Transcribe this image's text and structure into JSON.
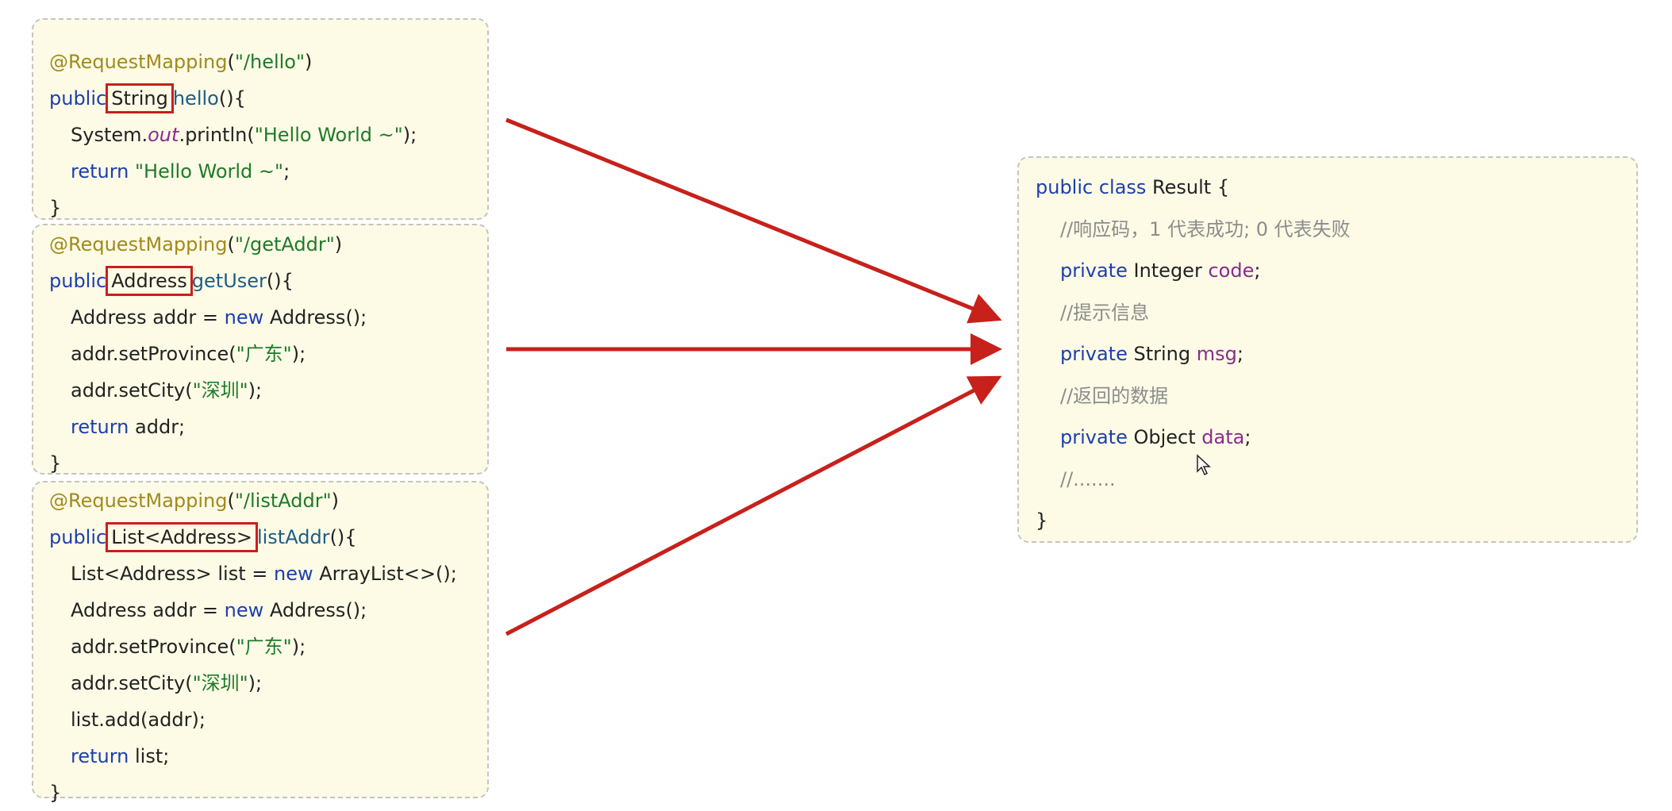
{
  "left_boxes": [
    {
      "name": "hello-method-code",
      "lines": [
        {
          "indent": 0,
          "tokens": [
            [
              "ann",
              "@RequestMapping"
            ],
            [
              "plain",
              "("
            ],
            [
              "str",
              "\"/hello\""
            ],
            [
              "plain",
              ")"
            ]
          ]
        },
        {
          "indent": 0,
          "tokens": [
            [
              "kw",
              "public"
            ],
            [
              "boxed",
              "String"
            ],
            [
              "fn",
              "hello"
            ],
            [
              "plain",
              "(){"
            ]
          ]
        },
        {
          "indent": 1,
          "tokens": [
            [
              "plain",
              "System."
            ],
            [
              "it",
              "out"
            ],
            [
              "plain",
              ".println("
            ],
            [
              "str",
              "\"Hello World ~\""
            ],
            [
              "plain",
              ");"
            ]
          ]
        },
        {
          "indent": 1,
          "tokens": [
            [
              "kw",
              "return "
            ],
            [
              "str",
              "\"Hello World ~\""
            ],
            [
              "plain",
              ";"
            ]
          ]
        },
        {
          "indent": 0,
          "tokens": [
            [
              "plain",
              "}"
            ]
          ]
        }
      ]
    },
    {
      "name": "get-user-method-code",
      "lines": [
        {
          "indent": 0,
          "tokens": [
            [
              "ann",
              "@RequestMapping"
            ],
            [
              "plain",
              "("
            ],
            [
              "str",
              "\"/getAddr\""
            ],
            [
              "plain",
              ")"
            ]
          ]
        },
        {
          "indent": 0,
          "tokens": [
            [
              "kw",
              "public"
            ],
            [
              "boxed",
              "Address"
            ],
            [
              "fn",
              "getUser"
            ],
            [
              "plain",
              "(){"
            ]
          ]
        },
        {
          "indent": 1,
          "tokens": [
            [
              "plain",
              "Address addr = "
            ],
            [
              "kw",
              "new "
            ],
            [
              "plain",
              "Address();"
            ]
          ]
        },
        {
          "indent": 1,
          "tokens": [
            [
              "plain",
              "addr.setProvince("
            ],
            [
              "str",
              "\"广东\""
            ],
            [
              "plain",
              ");"
            ]
          ]
        },
        {
          "indent": 1,
          "tokens": [
            [
              "plain",
              "addr.setCity("
            ],
            [
              "str",
              "\"深圳\""
            ],
            [
              "plain",
              ");"
            ]
          ]
        },
        {
          "indent": 1,
          "tokens": [
            [
              "kw",
              "return "
            ],
            [
              "plain",
              "addr;"
            ]
          ]
        },
        {
          "indent": 0,
          "tokens": [
            [
              "plain",
              "}"
            ]
          ]
        }
      ]
    },
    {
      "name": "list-addr-method-code",
      "lines": [
        {
          "indent": 0,
          "tokens": [
            [
              "ann",
              "@RequestMapping"
            ],
            [
              "plain",
              "("
            ],
            [
              "str",
              "\"/listAddr\""
            ],
            [
              "plain",
              ")"
            ]
          ]
        },
        {
          "indent": 0,
          "tokens": [
            [
              "kw",
              "public"
            ],
            [
              "boxed",
              "List<Address>"
            ],
            [
              "fn",
              "listAddr"
            ],
            [
              "plain",
              "(){"
            ]
          ]
        },
        {
          "indent": 1,
          "tokens": [
            [
              "plain",
              "List<Address> list = "
            ],
            [
              "kw",
              "new "
            ],
            [
              "plain",
              "ArrayList<>();"
            ]
          ]
        },
        {
          "indent": 1,
          "tokens": [
            [
              "plain",
              "Address addr = "
            ],
            [
              "kw",
              "new "
            ],
            [
              "plain",
              "Address();"
            ]
          ]
        },
        {
          "indent": 1,
          "tokens": [
            [
              "plain",
              "addr.setProvince("
            ],
            [
              "str",
              "\"广东\""
            ],
            [
              "plain",
              ");"
            ]
          ]
        },
        {
          "indent": 1,
          "tokens": [
            [
              "plain",
              "addr.setCity("
            ],
            [
              "str",
              "\"深圳\""
            ],
            [
              "plain",
              ");"
            ]
          ]
        },
        {
          "indent": 1,
          "tokens": [
            [
              "plain",
              "list.add(addr);"
            ]
          ]
        },
        {
          "indent": 1,
          "tokens": [
            [
              "kw",
              "return "
            ],
            [
              "plain",
              "list;"
            ]
          ]
        },
        {
          "indent": 0,
          "tokens": [
            [
              "plain",
              "}"
            ]
          ]
        }
      ]
    }
  ],
  "right_box": {
    "name": "result-class-code",
    "lines": [
      {
        "indent": 0,
        "tokens": [
          [
            "kw",
            "public class "
          ],
          [
            "plain",
            "Result {"
          ]
        ]
      },
      {
        "indent": 1,
        "tokens": [
          [
            "cm",
            "//响应码，1 代表成功; 0 代表失败"
          ]
        ]
      },
      {
        "indent": 1,
        "tokens": [
          [
            "kw",
            "private "
          ],
          [
            "plain",
            "Integer "
          ],
          [
            "field",
            "code"
          ],
          [
            "plain",
            ";"
          ]
        ]
      },
      {
        "indent": 1,
        "tokens": [
          [
            "cm",
            "//提示信息"
          ]
        ]
      },
      {
        "indent": 1,
        "tokens": [
          [
            "kw",
            "private "
          ],
          [
            "plain",
            "String "
          ],
          [
            "field",
            "msg"
          ],
          [
            "plain",
            ";"
          ]
        ]
      },
      {
        "indent": 1,
        "tokens": [
          [
            "cm",
            "//返回的数据"
          ]
        ]
      },
      {
        "indent": 1,
        "tokens": [
          [
            "kw",
            "private "
          ],
          [
            "plain",
            "Object "
          ],
          [
            "field",
            "data"
          ],
          [
            "plain",
            ";"
          ]
        ]
      },
      {
        "indent": 1,
        "tokens": [
          [
            "cm",
            "//......."
          ]
        ]
      },
      {
        "indent": 0,
        "tokens": [
          [
            "plain",
            "}"
          ]
        ]
      }
    ]
  },
  "colors": {
    "arrow": "#c8201b",
    "box_bg": "#fdfbe6",
    "highlight_box": "#c8201b"
  }
}
